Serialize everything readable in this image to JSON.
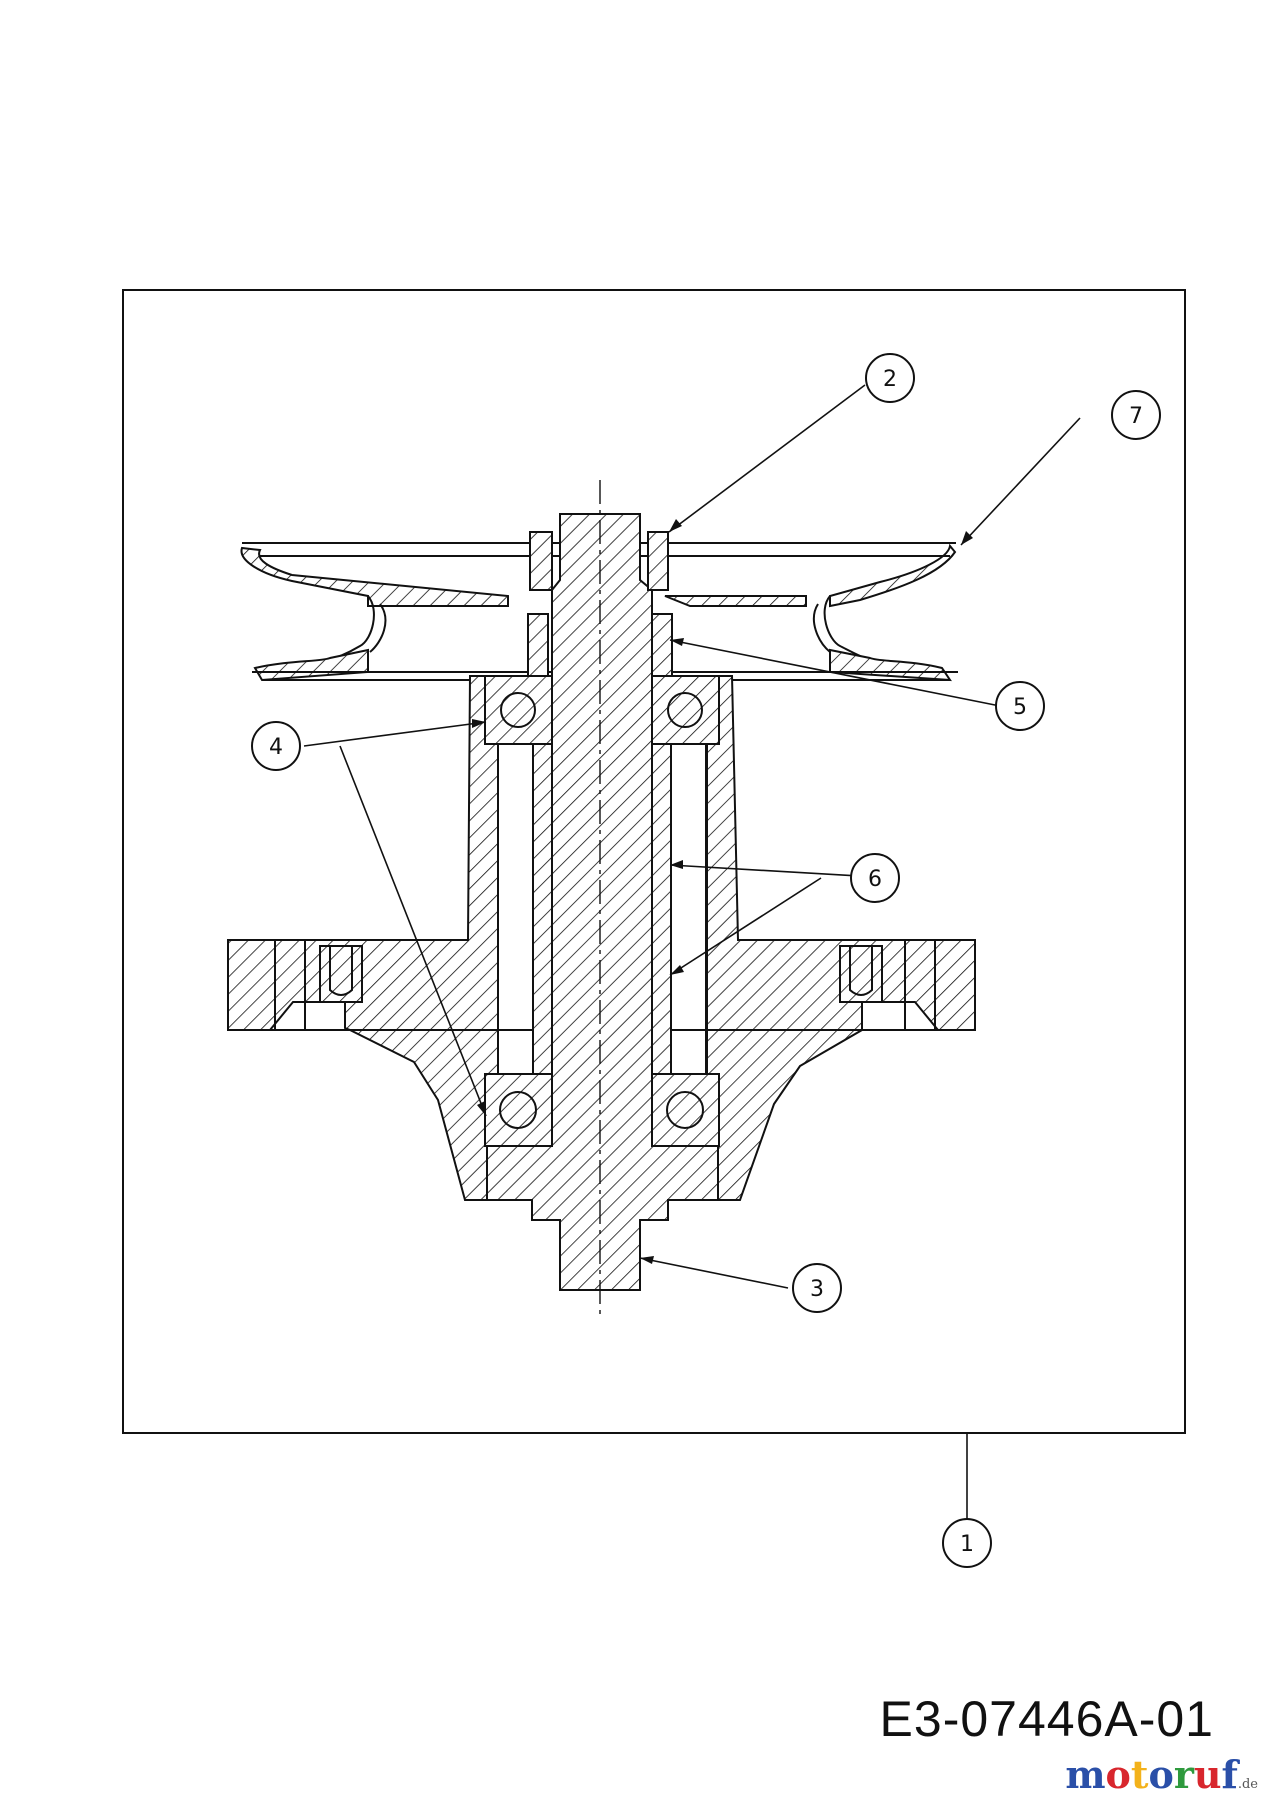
{
  "diagram": {
    "callouts": [
      {
        "id": "c1",
        "label": "1"
      },
      {
        "id": "c2",
        "label": "2"
      },
      {
        "id": "c3",
        "label": "3"
      },
      {
        "id": "c4",
        "label": "4"
      },
      {
        "id": "c5",
        "label": "5"
      },
      {
        "id": "c6",
        "label": "6"
      },
      {
        "id": "c7",
        "label": "7"
      }
    ],
    "drawing_code": "E3-07446A-01"
  },
  "watermark": {
    "brand": "motoruf",
    "suffix": ".de",
    "colors": [
      "#2a4fa8",
      "#d8262d",
      "#f3b21b",
      "#2a4fa8",
      "#2e9a3d",
      "#d8262d",
      "#2a4fa8"
    ]
  }
}
